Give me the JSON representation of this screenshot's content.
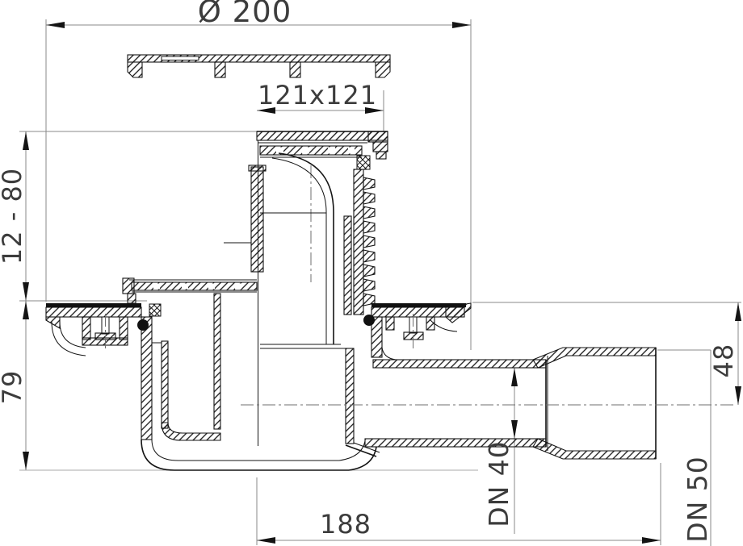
{
  "drawing": {
    "dimensions": {
      "cover_diameter": "Ø 200",
      "grate_size": "121x121",
      "adjustment_range": "12 - 80",
      "body_depth": "79",
      "outlet_axis_depth": "48",
      "outlet_pipe": "DN 40",
      "connection_socket": "DN 50",
      "outlet_length": "188"
    },
    "colors": {
      "line": "#141414",
      "dimension_line": "#8a8a8a",
      "label_text": "#3c3c3c",
      "background": "#ffffff"
    }
  }
}
